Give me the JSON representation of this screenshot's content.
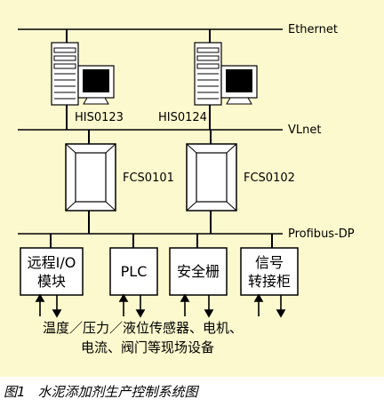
{
  "buses": {
    "ethernet": "Ethernet",
    "vlnet": "VLnet",
    "profibus": "Profibus-DP"
  },
  "workstations": [
    {
      "label": "HIS0123"
    },
    {
      "label": "HIS0124"
    }
  ],
  "controllers": [
    {
      "label": "FCS0101"
    },
    {
      "label": "FCS0102"
    }
  ],
  "field_devices": [
    {
      "line1": "远程I/O",
      "line2": "模块"
    },
    {
      "line1": "PLC",
      "line2": ""
    },
    {
      "line1": "安全栅",
      "line2": ""
    },
    {
      "line1": "信号",
      "line2": "转接柜"
    }
  ],
  "field_description": {
    "line1": "温度／压力／液位传感器、电机、",
    "line2": "电流、阀门等现场设备"
  },
  "caption": {
    "number": "图1",
    "title": "水泥添加剂生产控制系统图"
  }
}
